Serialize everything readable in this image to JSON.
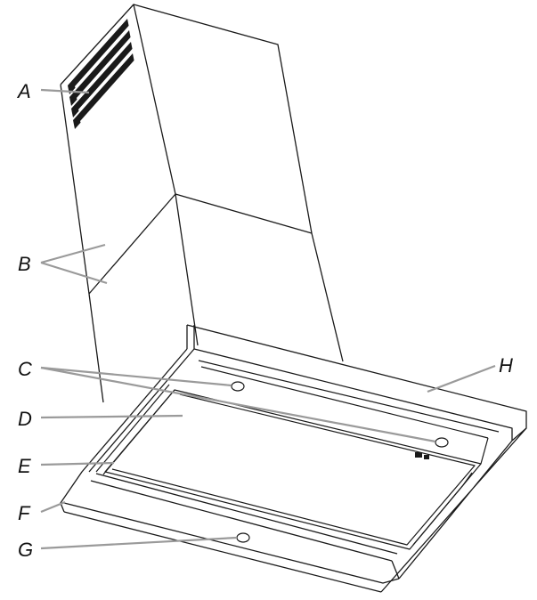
{
  "diagram": {
    "subject": "cooker-hood",
    "labels": {
      "A": "A",
      "B": "B",
      "C": "C",
      "D": "D",
      "E": "E",
      "F": "F",
      "G": "G",
      "H": "H"
    },
    "colors": {
      "line": "#1a1a1a",
      "leader": "#9a9a9a",
      "background": "#ffffff"
    }
  }
}
